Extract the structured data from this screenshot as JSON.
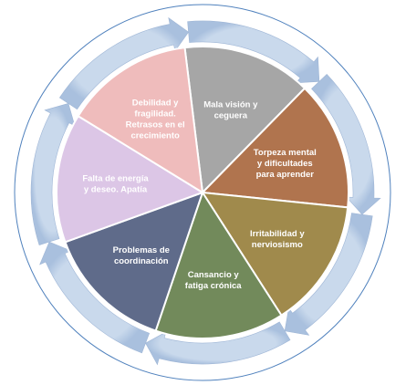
{
  "diagram": {
    "type": "cycle",
    "ring_color": "#b8cce4",
    "outer_border_color": "#4f81bd",
    "segments": [
      {
        "lines": [
          "Mala visión y",
          "ceguera"
        ],
        "color": "#a6a6a6",
        "text_color": "#ffffff"
      },
      {
        "lines": [
          "Torpeza mental",
          "y dificultades",
          "para aprender"
        ],
        "color": "#b0744e",
        "text_color": "#ffffff"
      },
      {
        "lines": [
          "Irritabilidad y",
          "nerviosismo"
        ],
        "color": "#a08a4c",
        "text_color": "#ffffff"
      },
      {
        "lines": [
          "Cansancio y",
          "fatiga crónica"
        ],
        "color": "#728a5b",
        "text_color": "#ffffff"
      },
      {
        "lines": [
          "Problemas de",
          "coordinación"
        ],
        "color": "#5f6b8a",
        "text_color": "#ffffff"
      },
      {
        "lines": [
          "Falta de energía",
          "y deseo. Apatía"
        ],
        "color": "#dcc6e6",
        "text_color": "#ffffff"
      },
      {
        "lines": [
          "Debilidad y",
          "fragilidad.",
          "Retrasos en el",
          "crecimiento"
        ],
        "color": "#efbcbc",
        "text_color": "#ffffff"
      }
    ]
  }
}
